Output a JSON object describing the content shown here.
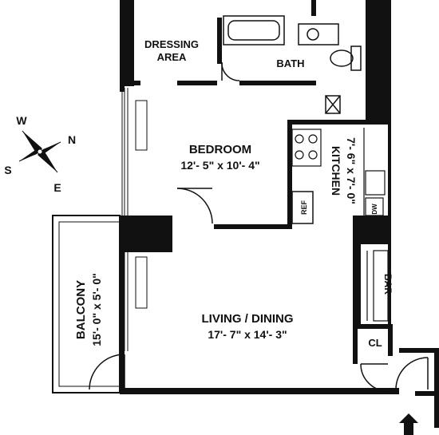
{
  "plan": {
    "ink_color": "#111111",
    "rooms": {
      "dressing_area": {
        "line1": "DRESSING",
        "line2": "AREA"
      },
      "bath": {
        "name": "BATH"
      },
      "bedroom": {
        "name": "BEDROOM",
        "dimensions": "12'- 5\" x 10'- 4\""
      },
      "kitchen": {
        "name": "KITCHEN",
        "dimensions": "7'- 6\" x 7'- 0\""
      },
      "living_dining": {
        "name": "LIVING / DINING",
        "dimensions": "17'- 7\" x 14'- 3\""
      },
      "balcony": {
        "name": "BALCONY",
        "dimensions": "15'- 0\" x 5'- 0\""
      },
      "bar": {
        "name": "BAR"
      },
      "closet": {
        "name": "CL"
      }
    },
    "appliances": {
      "ref": "REF",
      "dishwasher": "DW"
    },
    "compass": {
      "w": "W",
      "n": "N",
      "s": "S",
      "e": "E"
    },
    "entrance_icon": "arrow-up-icon"
  }
}
